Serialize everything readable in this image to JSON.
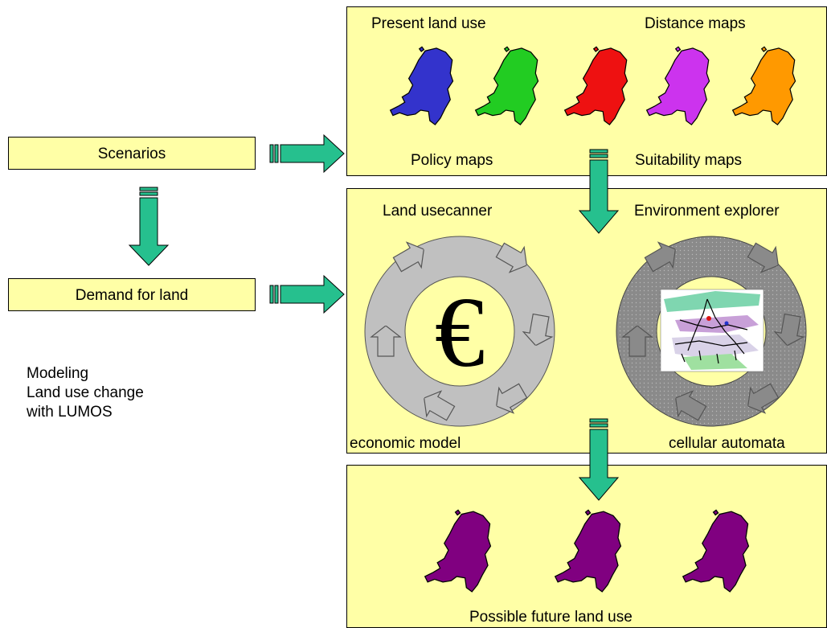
{
  "left": {
    "scenarios": "Scenarios",
    "demand": "Demand for land",
    "caption": [
      "Modeling",
      "Land use change",
      "with LUMOS"
    ]
  },
  "inputs_panel": {
    "present_land_use": "Present land use",
    "distance_maps": "Distance maps",
    "policy_maps": "Policy maps",
    "suitability_maps": "Suitability maps",
    "map_colors": [
      "#3333cc",
      "#22cc22",
      "#ee1111",
      "#cc33ee",
      "#ff9900"
    ]
  },
  "models_panel": {
    "land_usecanner": "Land usecanner",
    "environment_explorer": "Environment explorer",
    "economic_model": "economic model",
    "cellular_automata": "cellular automata",
    "euro_symbol": "€"
  },
  "output_panel": {
    "title": "Possible future land use",
    "map_color": "#800080"
  },
  "colors": {
    "box_fill": "#ffffa6",
    "arrow_fill": "#26c08e"
  }
}
